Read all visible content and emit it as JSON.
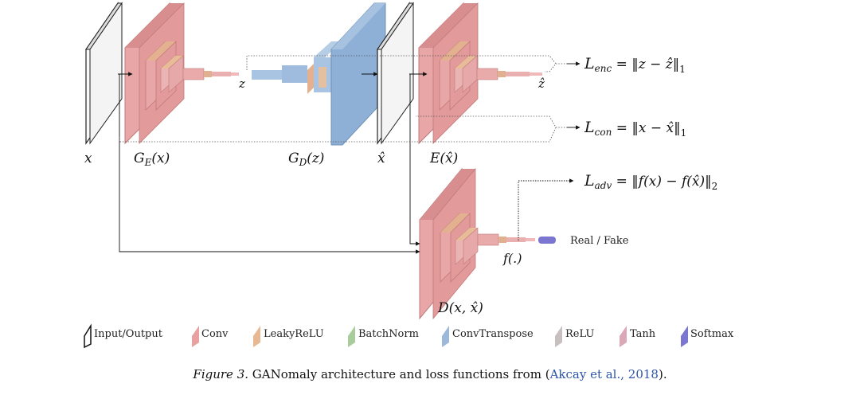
{
  "labels": {
    "x": "x",
    "ge": "G",
    "ge_sub": "E",
    "ge_arg": "(x)",
    "z": "z",
    "gd": "G",
    "gd_sub": "D",
    "gd_arg": "(z)",
    "xhat": "x̂",
    "e": "E",
    "e_arg": "(x̂)",
    "zhat": "ẑ",
    "f": "f(.)",
    "d": "D",
    "d_arg": "(x, x̂)",
    "real_fake": "Real / Fake"
  },
  "losses": [
    {
      "name": "L",
      "sub": "enc",
      "eq": " = ‖z − ẑ‖",
      "norm": "1"
    },
    {
      "name": "L",
      "sub": "con",
      "eq": " = ‖x − x̂‖",
      "norm": "1"
    },
    {
      "name": "L",
      "sub": "adv",
      "eq": " = ‖f(x) − f(x̂)‖",
      "norm": "2"
    }
  ],
  "legend": [
    {
      "label": "Input/Output",
      "color": "#ffffff",
      "icon": "input-output-swatch"
    },
    {
      "label": "Conv",
      "color": "#e8a0a0",
      "icon": "conv-swatch"
    },
    {
      "label": "LeakyReLU",
      "color": "#e8b892",
      "icon": "leakyrelu-swatch"
    },
    {
      "label": "BatchNorm",
      "color": "#a8cc9c",
      "icon": "batchnorm-swatch"
    },
    {
      "label": "ConvTranspose",
      "color": "#9db8d8",
      "icon": "convtranspose-swatch"
    },
    {
      "label": "ReLU",
      "color": "#c8c0c0",
      "icon": "relu-swatch"
    },
    {
      "label": "Tanh",
      "color": "#dba8b8",
      "icon": "tanh-swatch"
    },
    {
      "label": "Softmax",
      "color": "#7b76d0",
      "icon": "softmax-swatch"
    }
  ],
  "caption": {
    "figure": "Figure 3.",
    "text": " GANomaly architecture and loss functions from (",
    "citation": "Akcay et al., 2018",
    "close": ")."
  },
  "colors": {
    "conv": "#e39a9a",
    "conv_dark": "#c98080",
    "convtranspose": "#8fb0d6",
    "softmax": "#7b76d0",
    "line": "#222222"
  }
}
